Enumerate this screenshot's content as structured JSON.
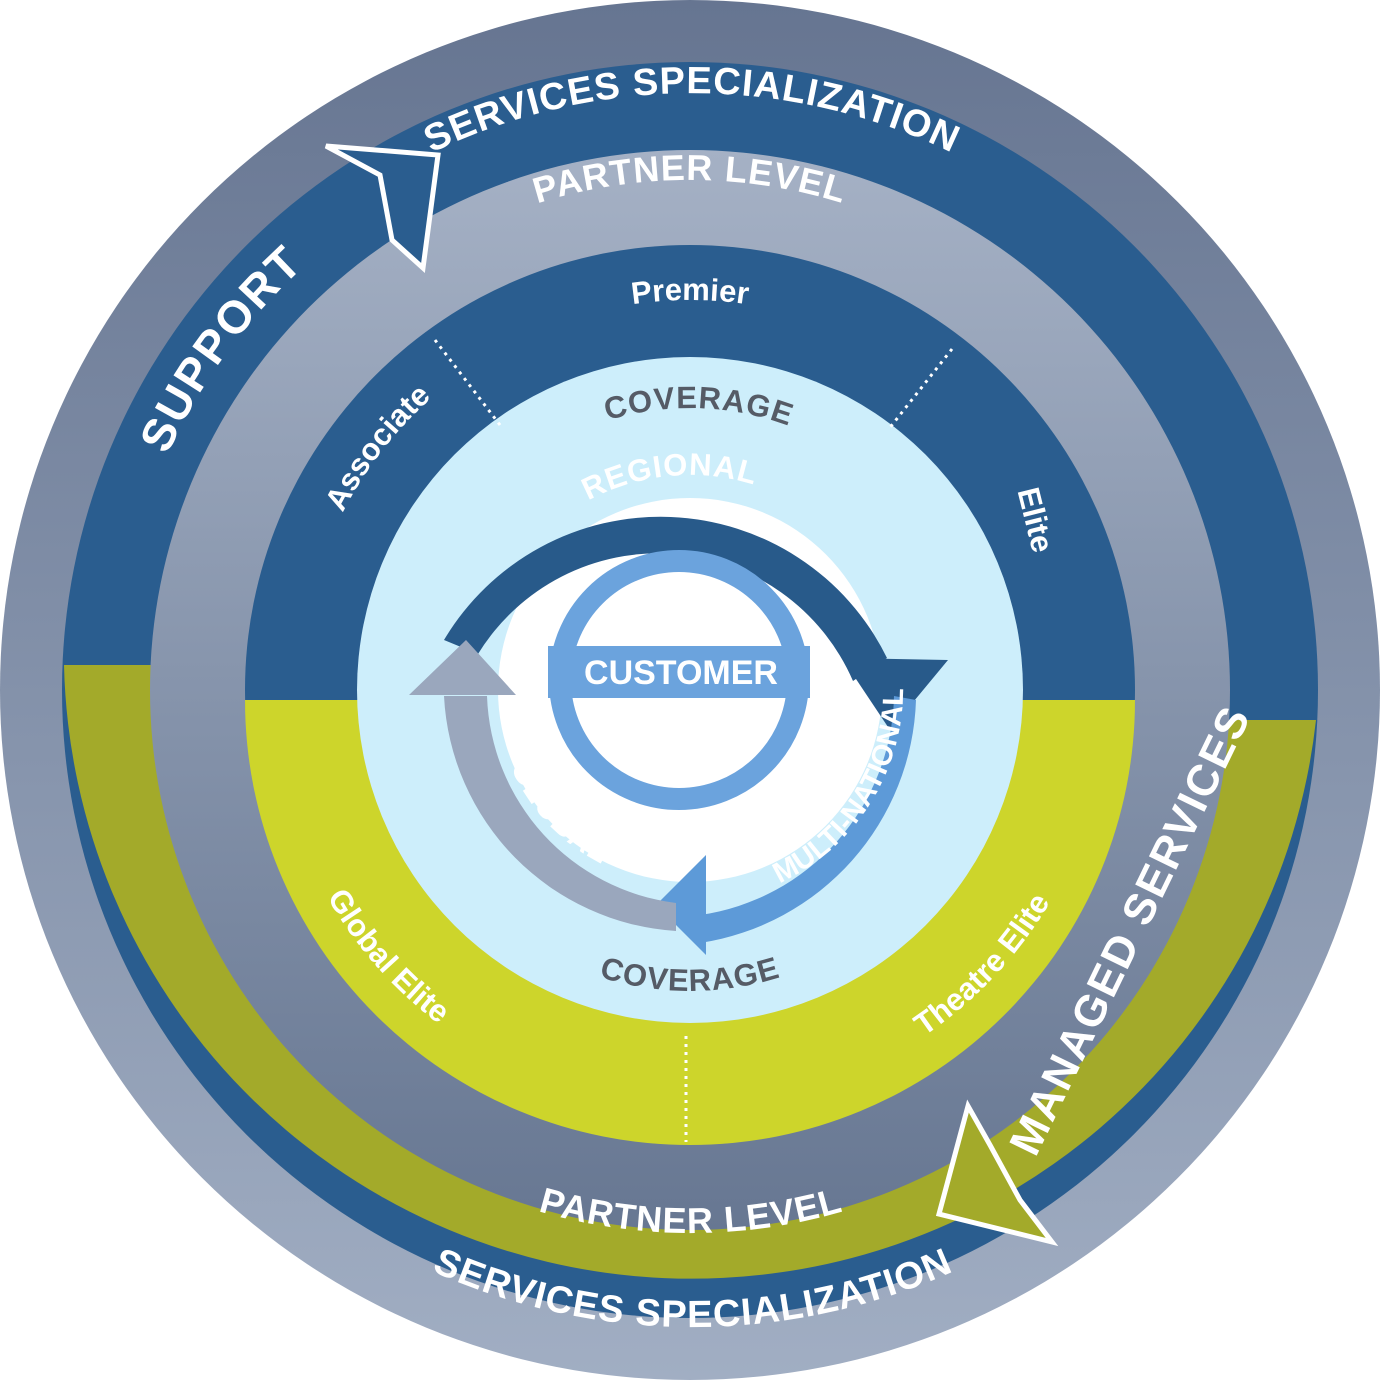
{
  "outer_ring": {
    "top_label": "SERVICES SPECIALIZATION",
    "bottom_label": "SERVICES SPECIALIZATION"
  },
  "service_arcs": {
    "support_label": "SUPPORT",
    "managed_label": "MANAGED SERVICES"
  },
  "partner_ring": {
    "top_label": "PARTNER LEVEL",
    "bottom_label": "PARTNER LEVEL"
  },
  "levels": {
    "premier": "Premier",
    "associate": "Associate",
    "elite": "Elite",
    "global_elite": "Global Elite",
    "theatre_elite": "Theatre Elite"
  },
  "coverage": {
    "top_label": "COVERAGE",
    "bottom_label": "COVERAGE",
    "regional": "REGIONAL",
    "multinational": "MULTI-NATIONAL",
    "global": "GLOBAL"
  },
  "center": {
    "label": "CUSTOMER"
  },
  "colors": {
    "outer_ring": "#7d89a3",
    "dark_blue": "#2a5d8f",
    "olive": "#a3aa2a",
    "partner_ring": "#8d99b1",
    "lime": "#cdd52b",
    "coverage_ring": "#cdeefb",
    "regional_arrow": "#285a8a",
    "multinational_arrow": "#5d9ad8",
    "global_arrow": "#9aa7bd",
    "customer_ring": "#6ba3dd"
  }
}
